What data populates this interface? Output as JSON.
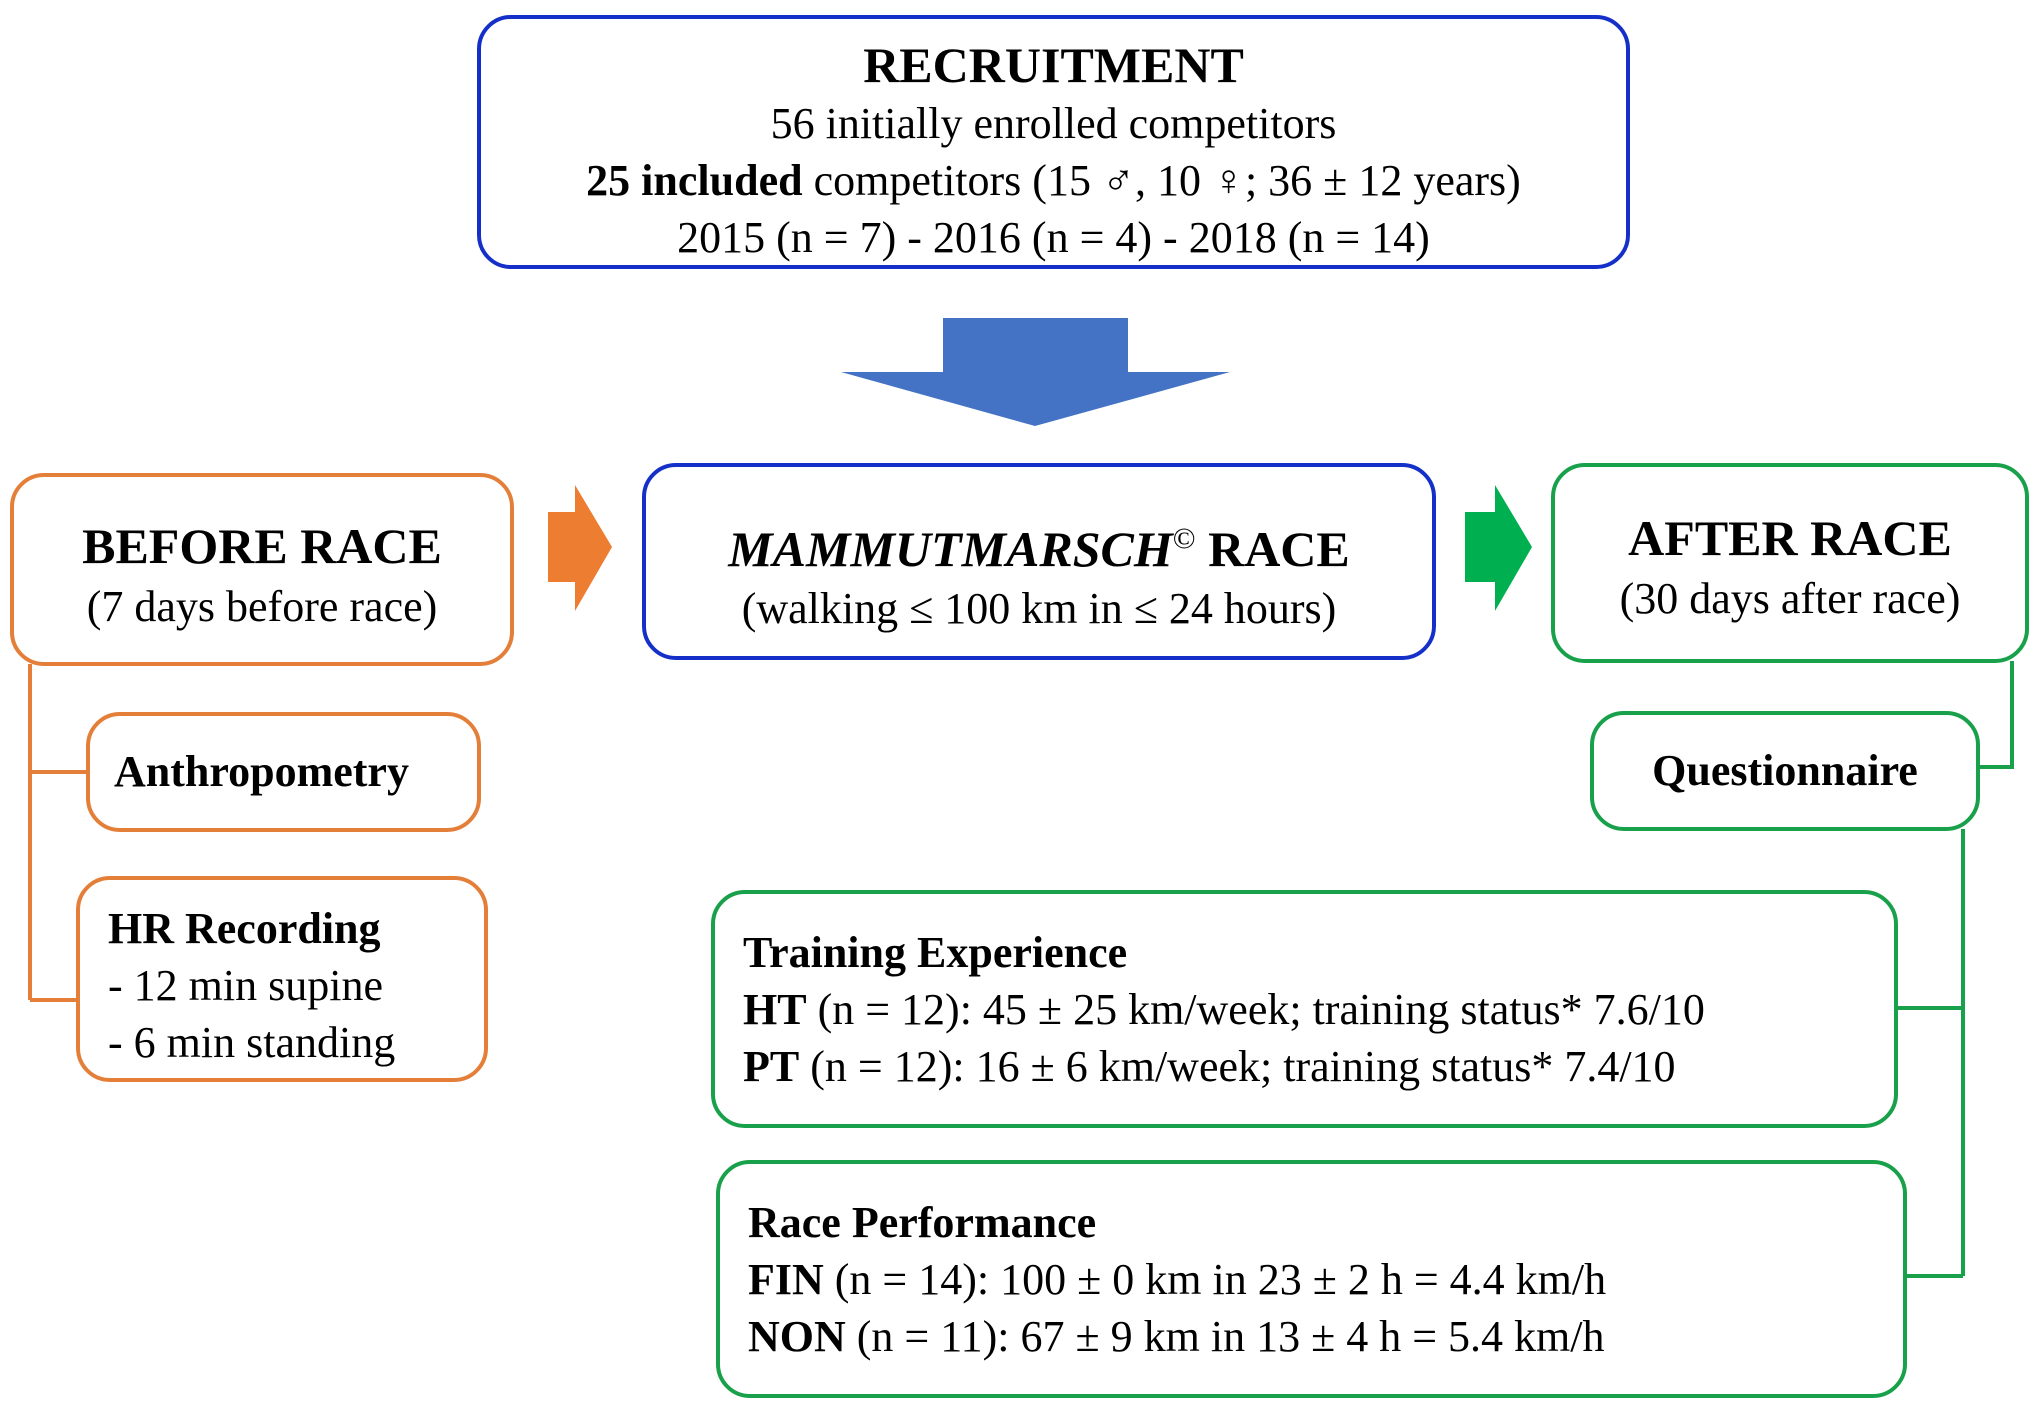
{
  "recruitment": {
    "title": "RECRUITMENT",
    "line1": "56 initially enrolled competitors",
    "line2_bold": "25 included",
    "line2_rest": " competitors (15 ♂, 10 ♀; 36 ± 12 years)",
    "line3": "2015 (n = 7) - 2016 (n = 4) - 2018 (n = 14)"
  },
  "race": {
    "title_italic": "MAMMUTMARSCH",
    "title_sup": "©",
    "title_rest": " RACE",
    "subtitle": "(walking ≤ 100 km in ≤ 24 hours)"
  },
  "before": {
    "title": "BEFORE RACE",
    "subtitle": "(7 days before race)",
    "anthropometry": "Anthropometry",
    "hr_title": "HR Recording",
    "hr_items": [
      "- 12 min supine",
      "- 6 min standing"
    ]
  },
  "after": {
    "title": "AFTER RACE",
    "subtitle": "(30 days after race)",
    "questionnaire": "Questionnaire",
    "training": {
      "title": "Training Experience",
      "rows": [
        {
          "group": "HT",
          "text": " (n = 12): 45 ± 25 km/week; training status* 7.6/10"
        },
        {
          "group": "PT",
          "text": " (n = 12): 16 ± 6 km/week; training status* 7.4/10"
        }
      ]
    },
    "performance": {
      "title": "Race Performance",
      "rows": [
        {
          "group": "FIN",
          "text": " (n = 14): 100 ± 0 km in 23 ± 2 h = 4.4 km/h"
        },
        {
          "group": "NON",
          "text": " (n = 11): 67 ± 9 km in 13 ± 4 h = 5.4 km/h"
        }
      ]
    }
  },
  "colors": {
    "blue": "#1530c8",
    "arrow_blue": "#4472c4",
    "orange": "#e47f3a",
    "green": "#18a14a"
  }
}
